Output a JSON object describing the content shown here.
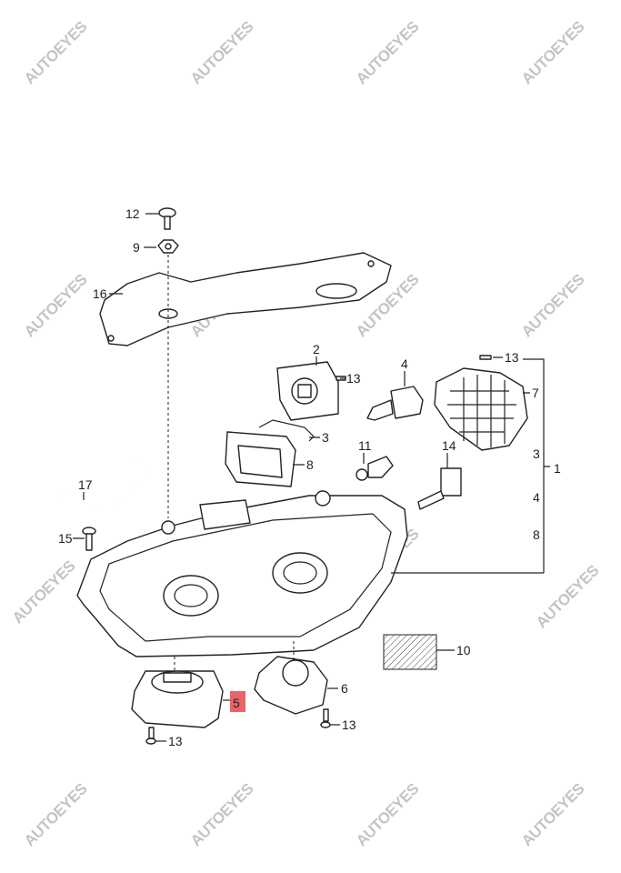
{
  "watermark": "AUTOEYES",
  "highlight_color": "#e8646a",
  "labels": {
    "p12": "12",
    "p9": "9",
    "p16": "16",
    "p2": "2",
    "p13a": "13",
    "p4": "4",
    "p13b": "13",
    "p7": "7",
    "p3": "3",
    "p11": "11",
    "p14": "14",
    "p8": "8",
    "p17": "17",
    "p15": "15",
    "g3": "3",
    "g4": "4",
    "g8": "8",
    "g1": "1",
    "p10": "10",
    "p5": "5",
    "p6": "6",
    "p13c": "13",
    "p13d": "13"
  }
}
